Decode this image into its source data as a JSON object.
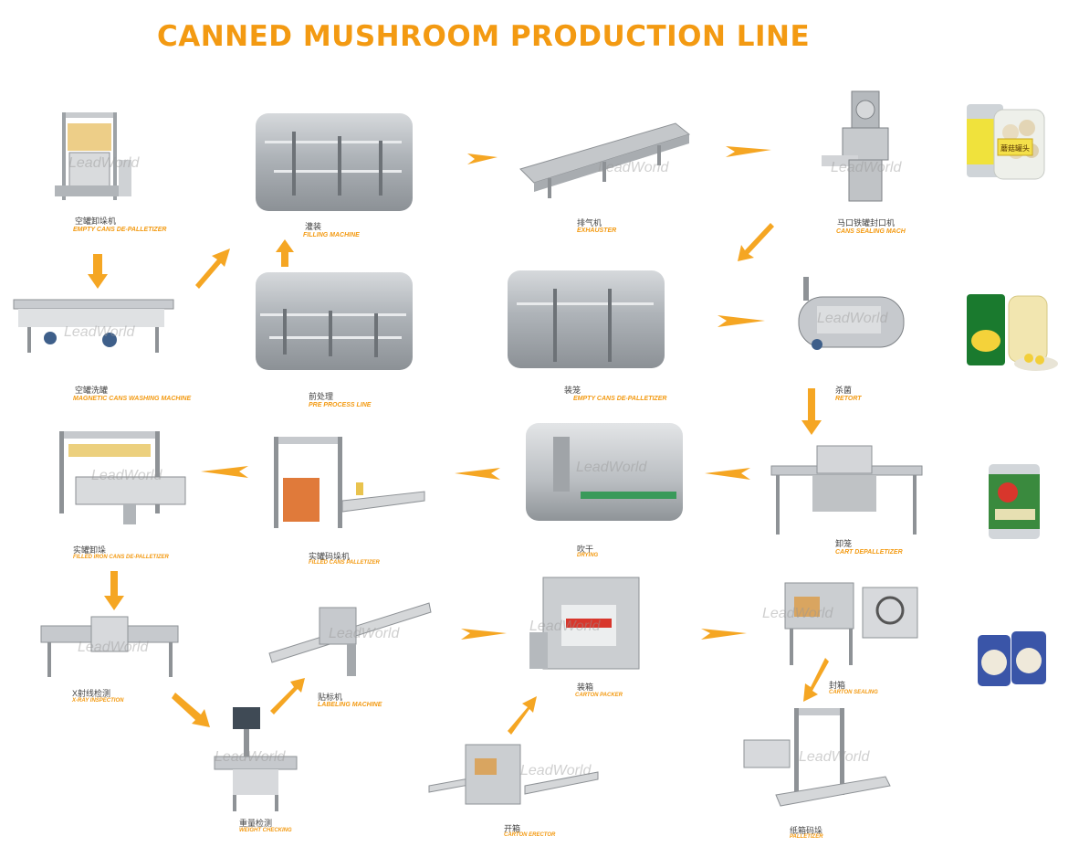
{
  "title": "CANNED MUSHROOM PRODUCTION LINE",
  "watermark": "LeadWorld",
  "machines": [
    {
      "id": "empty-cans-depalletizer",
      "cn": "空罐卸垛机",
      "en": "EMPTY CANS DE-PALLETIZER"
    },
    {
      "id": "filling-machine",
      "cn": "灌装",
      "en": "FILLING MACHINE"
    },
    {
      "id": "exhauster",
      "cn": "排气机",
      "en": "EXHAUSTER"
    },
    {
      "id": "cans-sealing-machine",
      "cn": "马口铁罐封口机",
      "en": "CANS SEALING MACH"
    },
    {
      "id": "magnetic-cans-washing",
      "cn": "空罐洗罐",
      "en": "MAGNETIC CANS WASHING MACHINE"
    },
    {
      "id": "pre-process-line",
      "cn": "前处理",
      "en": "PRE PROCESS LINE"
    },
    {
      "id": "cage-loading",
      "cn": "装笼",
      "en": "EMPTY CANS DE-PALLETIZER"
    },
    {
      "id": "retort",
      "cn": "杀菌",
      "en": "RETORT"
    },
    {
      "id": "filled-iron-cans-depalletizer",
      "cn": "实罐卸垛",
      "en": "FILLED IRON CANS DE-PALLETIZER"
    },
    {
      "id": "filled-cans-palletizer",
      "cn": "实罐码垛机",
      "en": "FILLED CANS PALLETIZER"
    },
    {
      "id": "drying",
      "cn": "吹干",
      "en": "DRYING"
    },
    {
      "id": "cart-depalletizer",
      "cn": "卸笼",
      "en": "CART DEPALLETIZER"
    },
    {
      "id": "xray-inspection",
      "cn": "X射线检测",
      "en": "X-RAY INSPECTION"
    },
    {
      "id": "labeling-machine",
      "cn": "贴标机",
      "en": "LABELING MACHINE"
    },
    {
      "id": "carton-packer",
      "cn": "装箱",
      "en": "CARTON PACKER"
    },
    {
      "id": "carton-sealing",
      "cn": "封箱",
      "en": "CARTON SEALING"
    },
    {
      "id": "weight-checking",
      "cn": "重量检测",
      "en": "WEIGHT CHECKING"
    },
    {
      "id": "carton-erector",
      "cn": "开箱",
      "en": "CARTON ERECTOR"
    },
    {
      "id": "palletizer",
      "cn": "纸箱码垛",
      "en": "PALLETIZER"
    }
  ],
  "products": [
    {
      "id": "mushroom-can-jar",
      "label": "蘑菇罐头"
    },
    {
      "id": "corn-can-jar",
      "label": ""
    },
    {
      "id": "tomato-can",
      "label": ""
    },
    {
      "id": "mushroom-cans-pack",
      "label": ""
    }
  ],
  "colors": {
    "accent": "#f39a12",
    "arrow": "#f5a623",
    "machine_steel": "#b8bcc0"
  }
}
